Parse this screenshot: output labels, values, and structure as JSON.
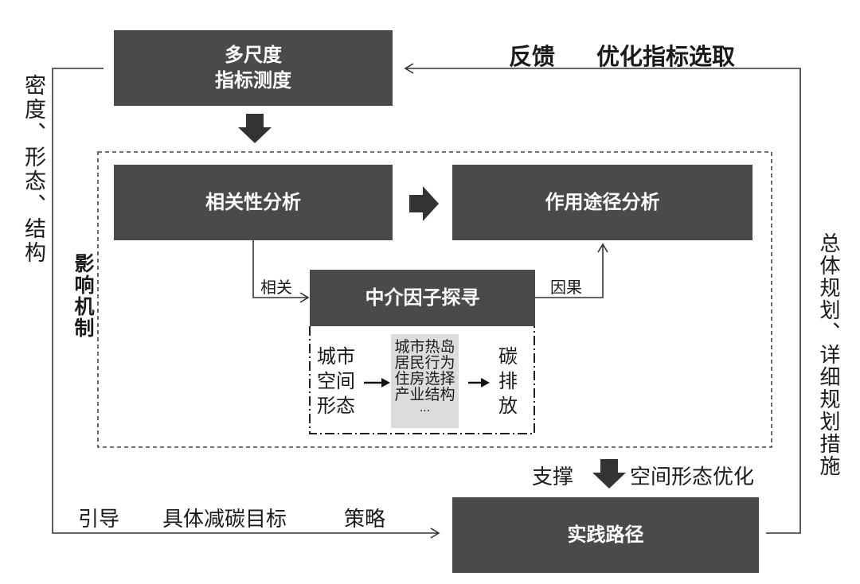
{
  "boxes": {
    "multiscale_line1": "多尺度",
    "multiscale_line2": "指标测度",
    "correlation": "相关性分析",
    "pathway": "作用途径分析",
    "mediator": "中介因子探寻",
    "practice": "实践路径"
  },
  "labels": {
    "feedback": "反馈",
    "optimize": "优化指标选取",
    "density_form_structure": "密度、形态、结构",
    "influence_mechanism": "影响机制",
    "planning": "总体规划、详细规划措施",
    "correlated": "相关",
    "causal": "因果",
    "support": "支撑",
    "spatial_optimization": "空间形态优化",
    "guide": "引导",
    "carbon_target": "具体减碳目标",
    "strategy": "策略"
  },
  "mechanism": {
    "urban_form_lines": [
      "城市",
      "空间",
      "形态"
    ],
    "factors": [
      "城市热岛",
      "居民行为",
      "住房选择",
      "产业结构",
      "..."
    ],
    "emission_chars": [
      "碳",
      "排",
      "放"
    ]
  },
  "colors": {
    "box_fill": "#4a4a4a",
    "box_text": "#ffffff",
    "factor_bg": "#dcdcdc",
    "line": "#333333"
  }
}
